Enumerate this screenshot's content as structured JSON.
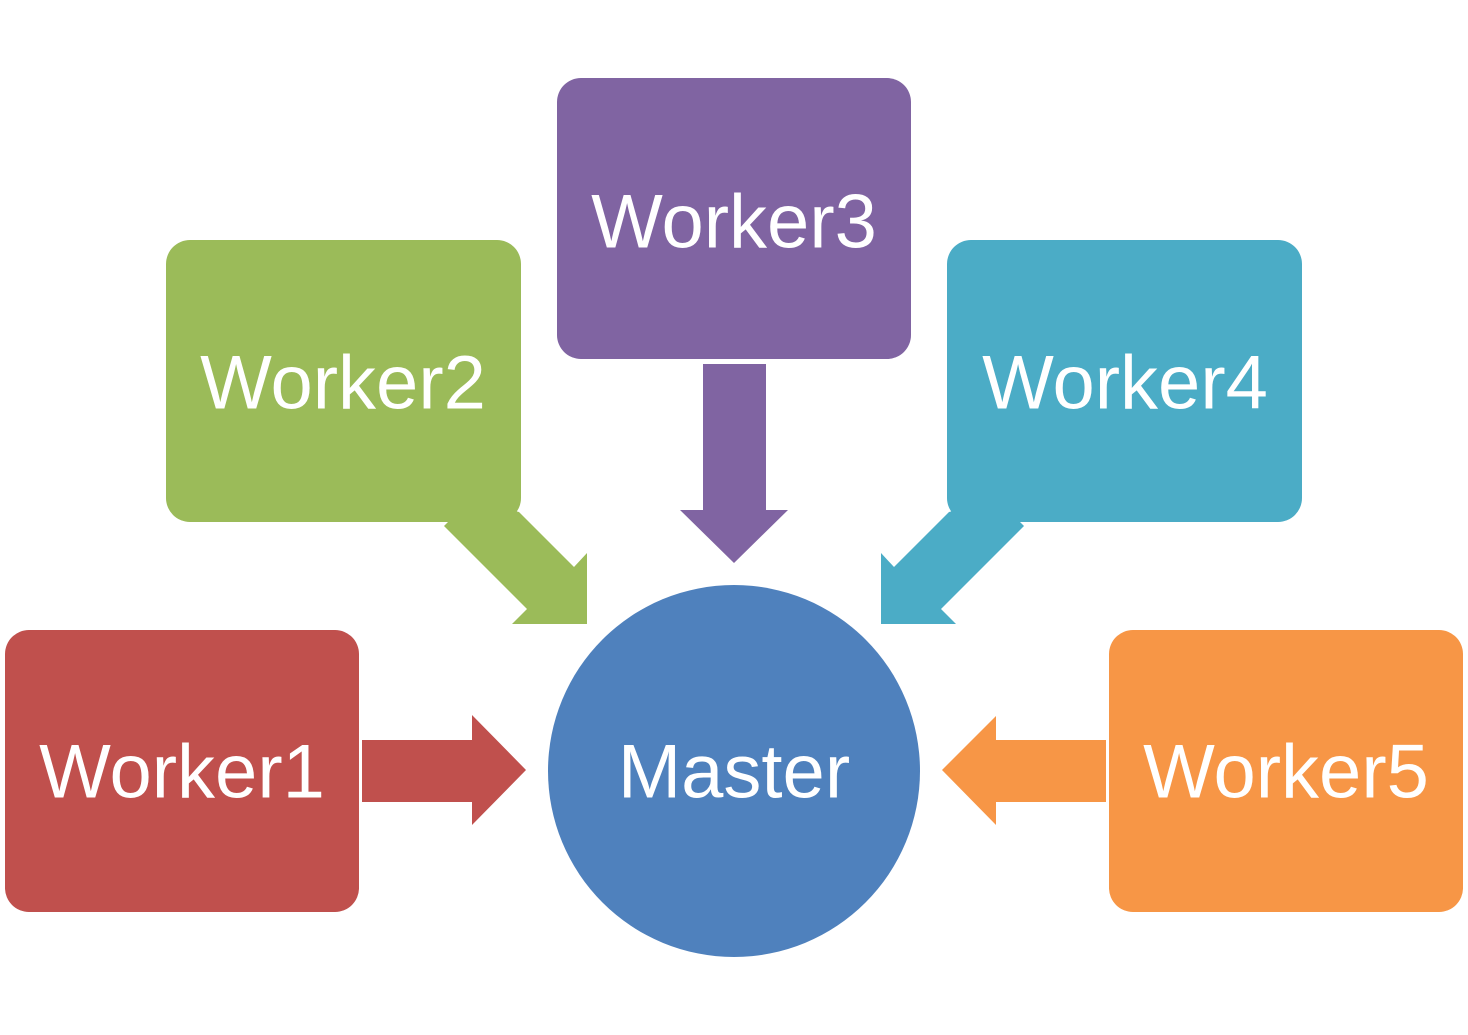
{
  "diagram": {
    "center": {
      "label": "Master",
      "color": "#4F81BD"
    },
    "workers": [
      {
        "label": "Worker1",
        "color": "#C0504D"
      },
      {
        "label": "Worker2",
        "color": "#9BBB59"
      },
      {
        "label": "Worker3",
        "color": "#8064A2"
      },
      {
        "label": "Worker4",
        "color": "#4BACC6"
      },
      {
        "label": "Worker5",
        "color": "#F79646"
      }
    ]
  }
}
